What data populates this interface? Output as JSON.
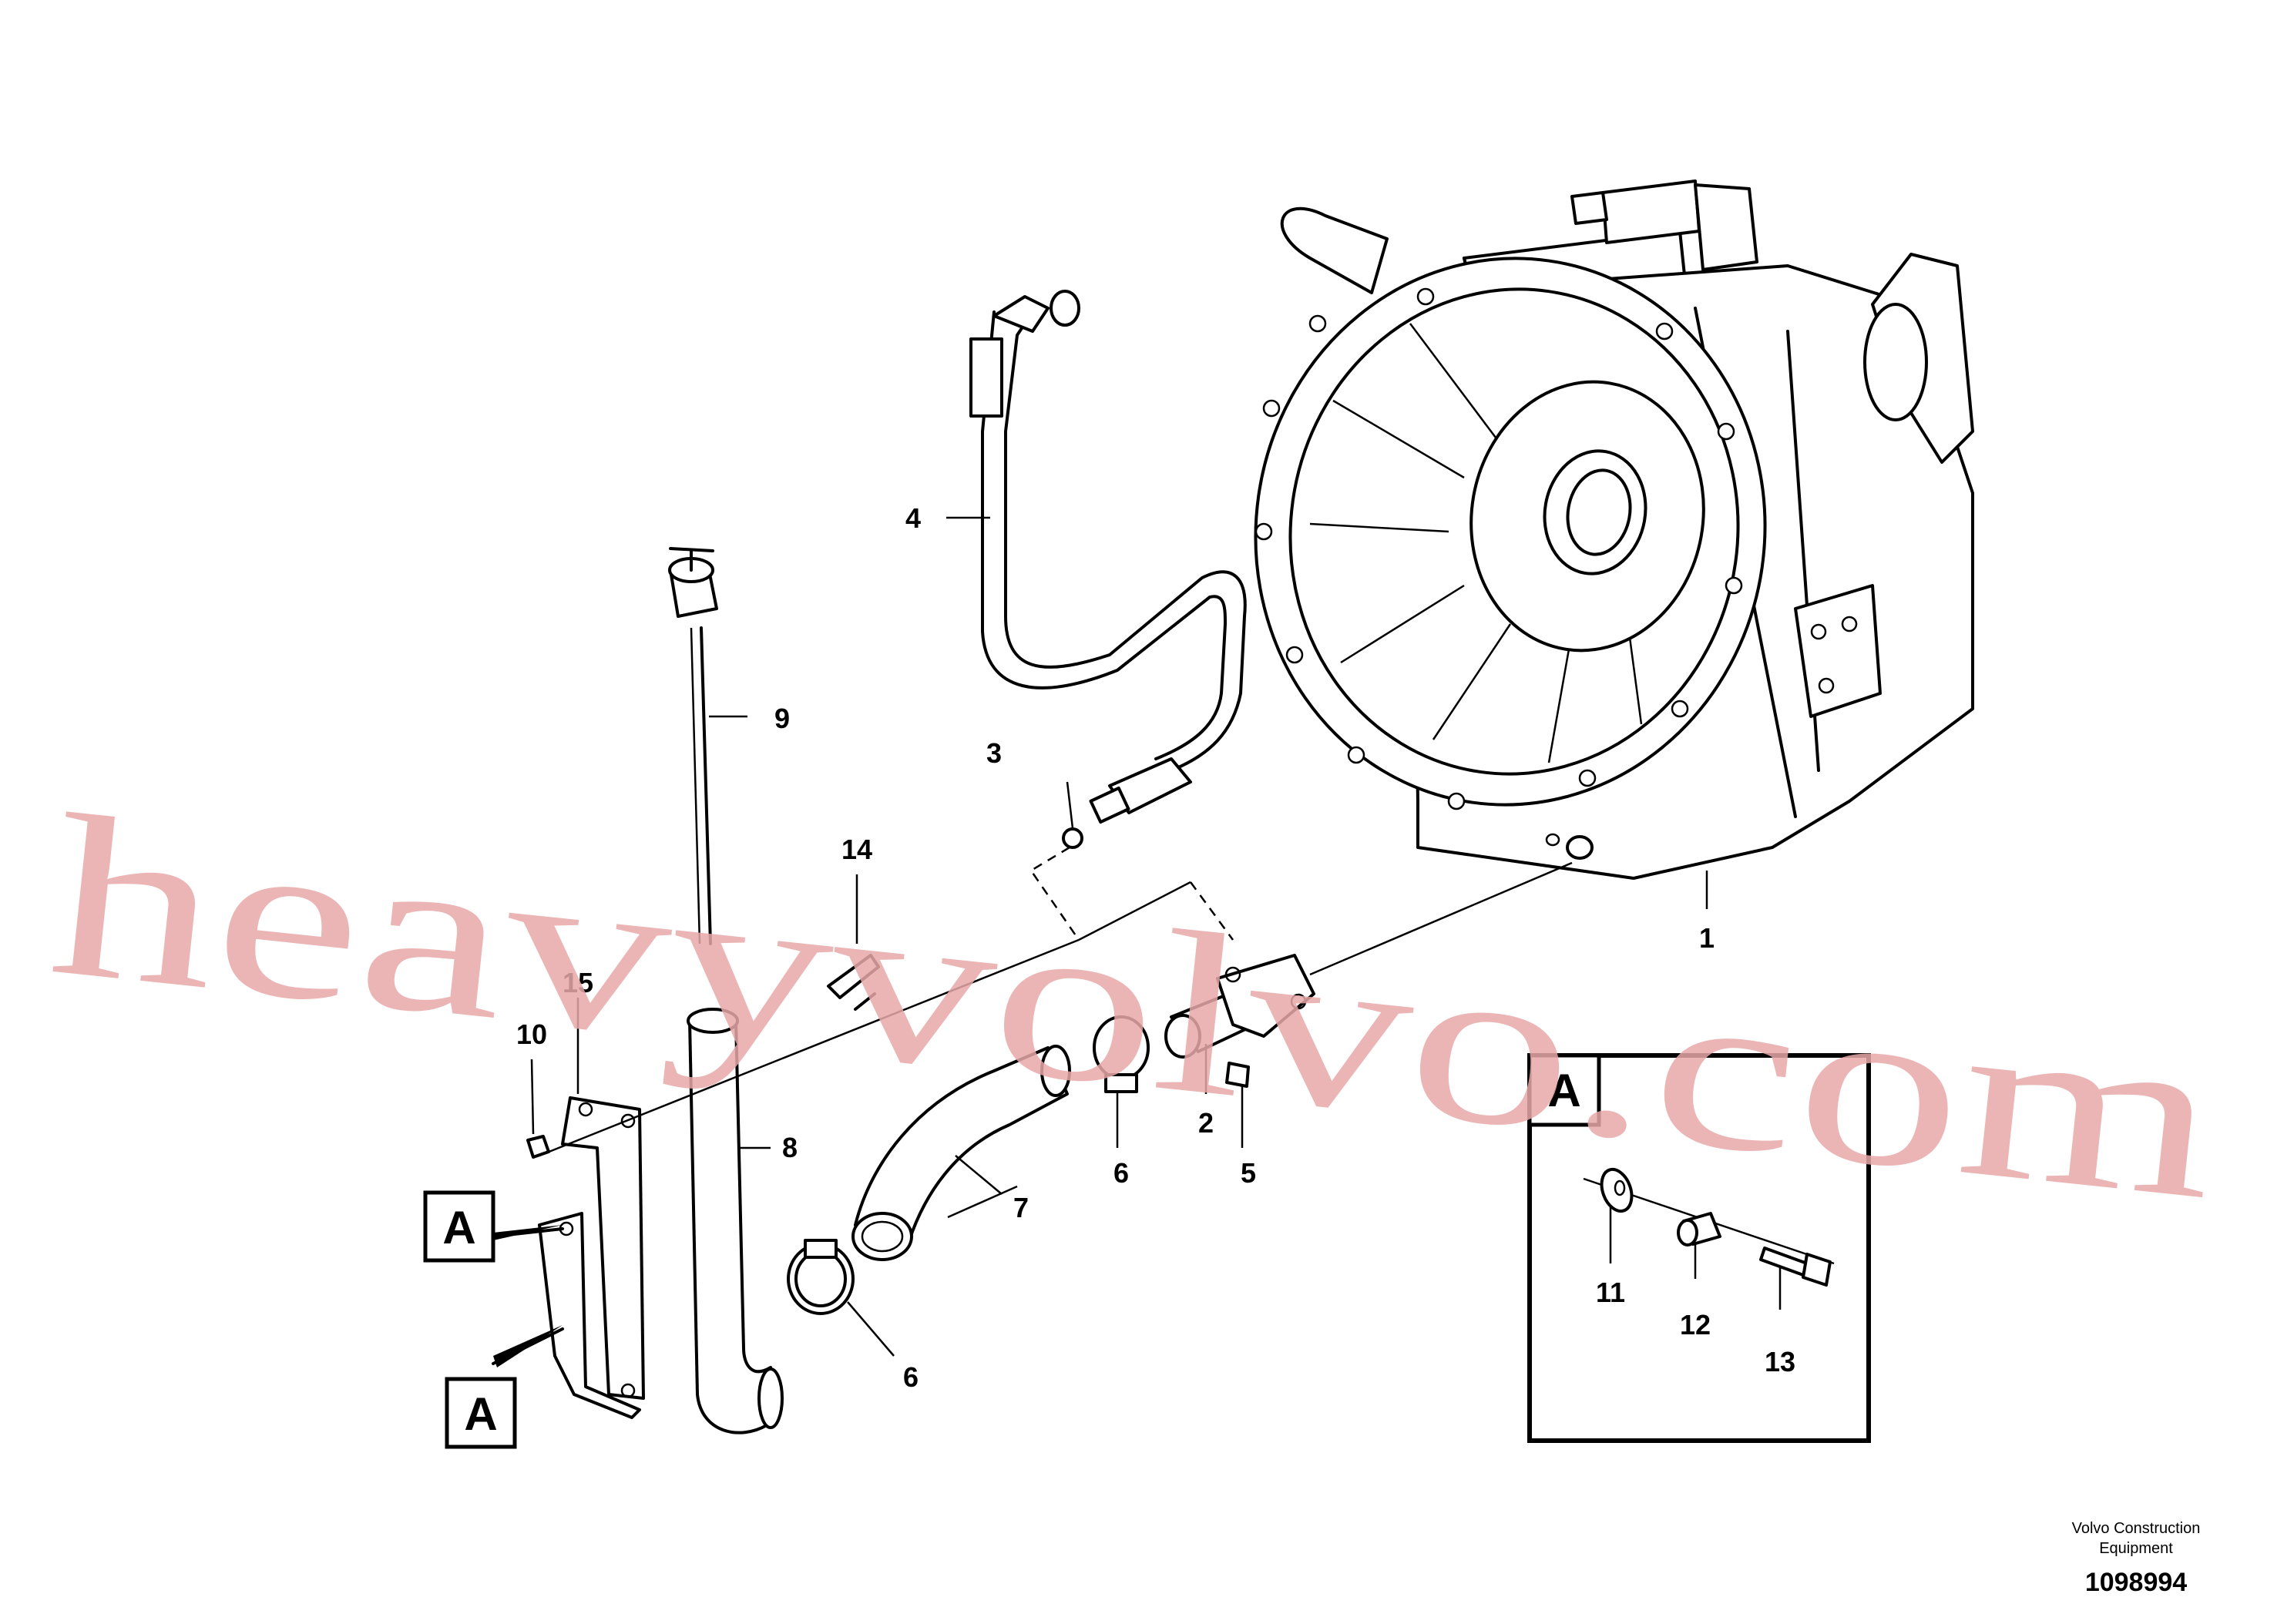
{
  "watermark": "heavyvolvo.com",
  "callouts": {
    "c1": "1",
    "c2": "2",
    "c3": "3",
    "c4": "4",
    "c5": "5",
    "c6a": "6",
    "c6b": "6",
    "c7": "7",
    "c8": "8",
    "c9": "9",
    "c10": "10",
    "c11": "11",
    "c12": "12",
    "c13": "13",
    "c14": "14",
    "c15": "15"
  },
  "reference_marks": {
    "left_upper": "A",
    "left_lower": "A",
    "detail": "A"
  },
  "footer": {
    "company_line1": "Volvo Construction",
    "company_line2": "Equipment",
    "drawing_number": "1098994"
  }
}
